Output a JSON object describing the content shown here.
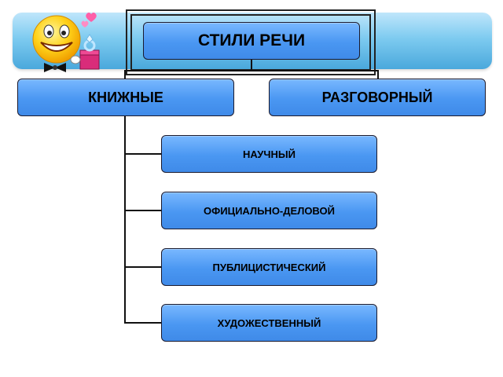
{
  "diagram": {
    "root": {
      "label": "СТИЛИ РЕЧИ"
    },
    "branches": [
      {
        "label": "КНИЖНЫЕ"
      },
      {
        "label": "РАЗГОВОРНЫЙ"
      }
    ],
    "subitems": [
      {
        "label": "НАУЧНЫЙ"
      },
      {
        "label": "ОФИЦИАЛЬНО-ДЕЛОВОЙ"
      },
      {
        "label": "ПУБЛИЦИСТИЧЕСКИЙ"
      },
      {
        "label": "ХУДОЖЕСТВЕННЫЙ"
      }
    ]
  },
  "colors": {
    "box_fill": "#4a97f2",
    "banner": "#7ecbf0",
    "connector": "#111111"
  },
  "icons": [
    "smiley-face-icon",
    "bow-tie-icon",
    "gift-box-icon",
    "heart-icon"
  ]
}
